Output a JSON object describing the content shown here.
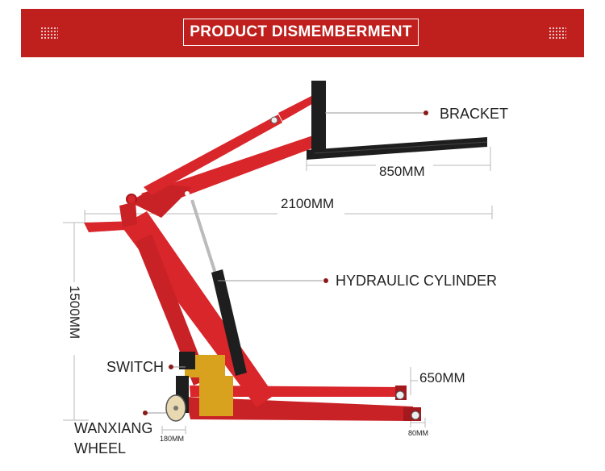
{
  "banner": {
    "title": "PRODUCT DISMEMBERMENT",
    "color": "#c0201d"
  },
  "colors": {
    "frame": "#d9262b",
    "frame_dark": "#a3191d",
    "steel": "#1e1e1e",
    "gold": "#d9a21e",
    "dim_line": "#b8b8b8",
    "leader_dot": "#8b1a1a"
  },
  "labels": {
    "bracket": "BRACKET",
    "hydraulic_cylinder": "HYDRAULIC CYLINDER",
    "switch": "SWITCH",
    "wheel_line1": "WANXIANG",
    "wheel_line2": "WHEEL"
  },
  "dimensions": {
    "fork_length": "850MM",
    "total_length": "2100MM",
    "height": "1500MM",
    "leg_width": "650MM",
    "rear_wheel": "180MM",
    "front_wheel": "80MM"
  }
}
